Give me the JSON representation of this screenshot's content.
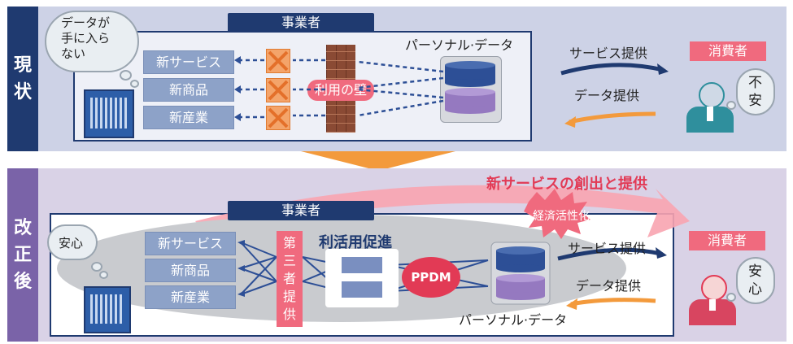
{
  "current": {
    "side_label": [
      "現",
      "状"
    ],
    "business_header": "事業者",
    "cloud_text": [
      "データが",
      "手に入ら",
      "ない"
    ],
    "items": [
      "新サービス",
      "新商品",
      "新産業"
    ],
    "wall_label": "利用の壁",
    "personal_data_label": "パーソナル·データ",
    "service_label": "サービス提供",
    "data_label": "データ提供",
    "consumer_label": "消費者",
    "consumer_feeling": [
      "不",
      "安"
    ]
  },
  "improved": {
    "side_label": [
      "改",
      "正",
      "後"
    ],
    "headline": "新サービスの創出と提供",
    "economy_label": "経済活性化",
    "business_header": "事業者",
    "cloud_text": "安心",
    "items": [
      "新サービス",
      "新商品",
      "新産業"
    ],
    "third_party": [
      "第",
      "三",
      "者",
      "提",
      "供"
    ],
    "promotion_label": "利活用促進",
    "ppdm_label": "PPDM",
    "personal_data_label": "パーソナル·データ",
    "service_label": "サービス提供",
    "data_label": "データ提供",
    "consumer_label": "消費者",
    "consumer_feeling": [
      "安",
      "心"
    ]
  },
  "colors": {
    "navy": "#1f3a70",
    "current_band": "#cdd2e6",
    "improved_band": "#d9d2e6",
    "improved_side": "#7a63a8",
    "pink": "#f06a7e",
    "orange": "#f39a3c"
  }
}
